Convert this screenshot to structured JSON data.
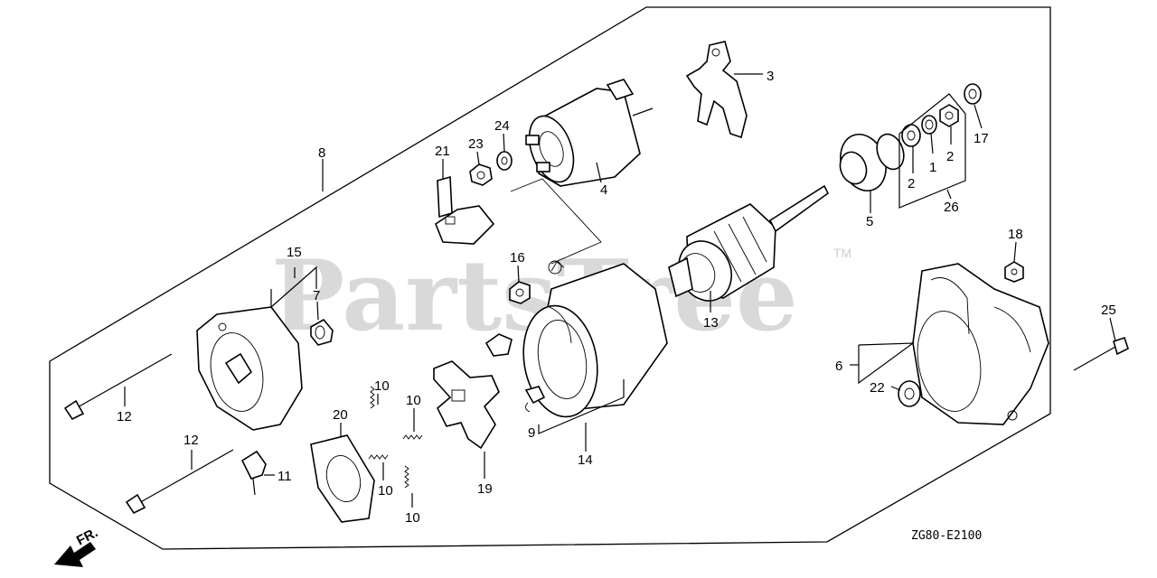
{
  "diagram": {
    "watermark": "PartsTree",
    "trademark": "TM",
    "diagram_code": "ZG80-E2100",
    "direction_label": "FR.",
    "callouts": {
      "c1": "1",
      "c2a": "2",
      "c2b": "2",
      "c3": "3",
      "c4": "4",
      "c5": "5",
      "c6": "6",
      "c7": "7",
      "c8": "8",
      "c9": "9",
      "c10a": "10",
      "c10b": "10",
      "c10c": "10",
      "c10d": "10",
      "c11": "11",
      "c12a": "12",
      "c12b": "12",
      "c13": "13",
      "c14": "14",
      "c15": "15",
      "c16": "16",
      "c17": "17",
      "c18": "18",
      "c19": "19",
      "c20": "20",
      "c21": "21",
      "c22": "22",
      "c23": "23",
      "c24": "24",
      "c25": "25",
      "c26": "26"
    }
  }
}
